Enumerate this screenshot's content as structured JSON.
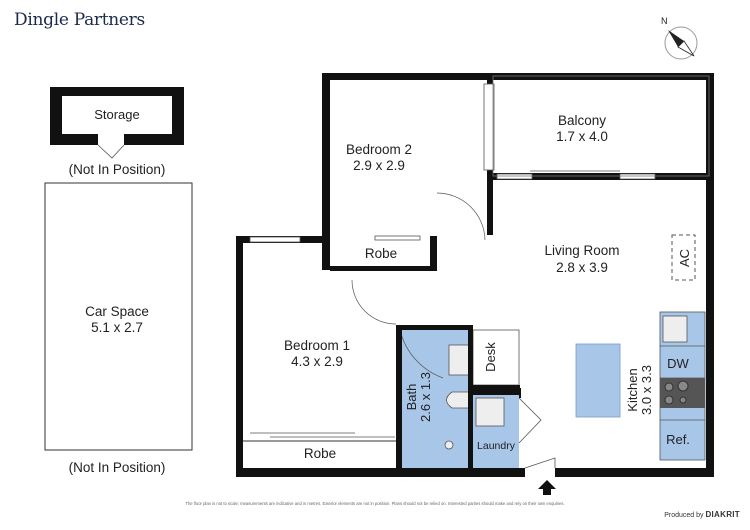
{
  "brand": {
    "name": "Dingle Partners"
  },
  "compass": {
    "label": "N"
  },
  "rooms": {
    "storage": {
      "name": "Storage",
      "note": "(Not In Position)"
    },
    "car_space": {
      "name": "Car Space",
      "size": "5.1 x 2.7",
      "note": "(Not In Position)"
    },
    "bedroom2": {
      "name": "Bedroom 2",
      "size": "2.9 x 2.9"
    },
    "balcony": {
      "name": "Balcony",
      "size": "1.7 x 4.0"
    },
    "robe2": {
      "name": "Robe"
    },
    "living": {
      "name": "Living Room",
      "size": "2.8 x 3.9"
    },
    "ac": {
      "name": "AC"
    },
    "bedroom1": {
      "name": "Bedroom 1",
      "size": "4.3 x 2.9"
    },
    "robe1": {
      "name": "Robe"
    },
    "bath": {
      "name": "Bath",
      "size": "2.6 x 1.3"
    },
    "desk": {
      "name": "Desk"
    },
    "laundry": {
      "name": "Laundry"
    },
    "kitchen": {
      "name": "Kitchen",
      "size": "3.0 x 3.3"
    },
    "dw": {
      "name": "DW"
    },
    "ref": {
      "name": "Ref."
    }
  },
  "colors": {
    "wet_area": "#a8c6e8",
    "wall": "#111111"
  },
  "footer": {
    "disclaimer": "The floor plan is not to scale; measurements are indicative and in metres. Exterior elements are not in position. Plans should not be relied on. Interested parties should make and rely on their own enquiries.",
    "produced_by": "Produced by",
    "producer": "DIAKRIT"
  }
}
